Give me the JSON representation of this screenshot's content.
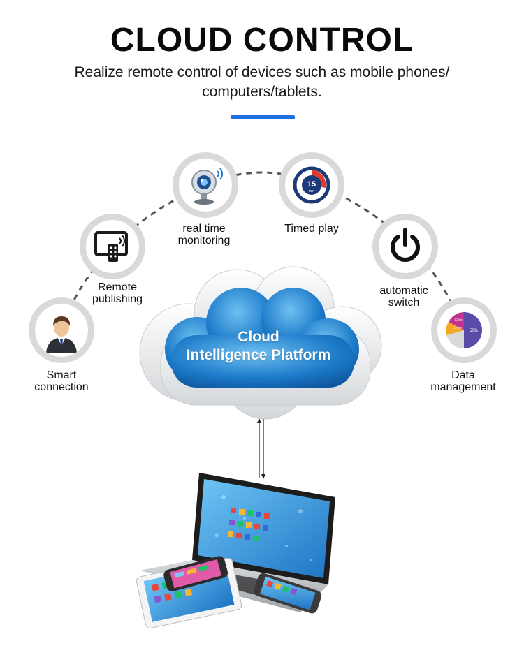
{
  "header": {
    "title": "CLOUD CONTROL",
    "subtitle": "Realize remote control of devices such as mobile phones/ computers/tablets."
  },
  "colors": {
    "accent": "#1f6fe0",
    "cloud_blue": "#1b79c8",
    "node_ring": "#d9d9d9"
  },
  "features": [
    {
      "label_line1": "Smart",
      "label_line2": "connection",
      "icon": "person-icon"
    },
    {
      "label_line1": "Remote",
      "label_line2": "publishing",
      "icon": "remote-tv-icon"
    },
    {
      "label_line1": "real time",
      "label_line2": "monitoring",
      "icon": "webcam-icon"
    },
    {
      "label_line1": "Timed play",
      "label_line2": "",
      "icon": "timer-icon",
      "timer_text": "15",
      "timer_unit": "min"
    },
    {
      "label_line1": "automatic",
      "label_line2": "switch",
      "icon": "power-icon"
    },
    {
      "label_line1": "Data",
      "label_line2": "management",
      "icon": "pie-chart-icon",
      "pie_labels": [
        "12.5%",
        "12.5%",
        "50%"
      ]
    }
  ],
  "cloud": {
    "line1": "Cloud",
    "line2": "Intelligence Platform"
  },
  "devices": {
    "icon": "devices-illustration"
  }
}
